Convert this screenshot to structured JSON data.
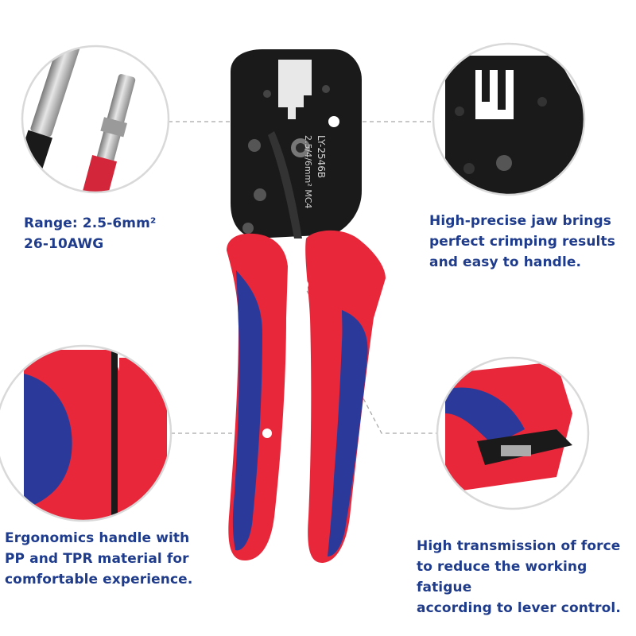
{
  "captions": {
    "range": "Range: 2.5-6mm²\n26-10AWG",
    "jaw": "High-precise jaw brings\nperfect crimping results\nand easy to handle.",
    "handle": "Ergonomics handle with\nPP and TPR material for\ncomfortable experience.",
    "force": "High transmission of force\nto reduce the working fatigue\naccording to lever control."
  },
  "tool_markings": {
    "model": "LY-2546B",
    "spec": "2.5/4/6mm² MC4"
  },
  "colors": {
    "caption_text": "#1f3c8c",
    "handle_red": "#e8283a",
    "handle_blue": "#2b3a9a",
    "jaw_black": "#1a1a1a",
    "circle_border": "#d9d9d9",
    "leader_line": "#a8a8a8"
  }
}
